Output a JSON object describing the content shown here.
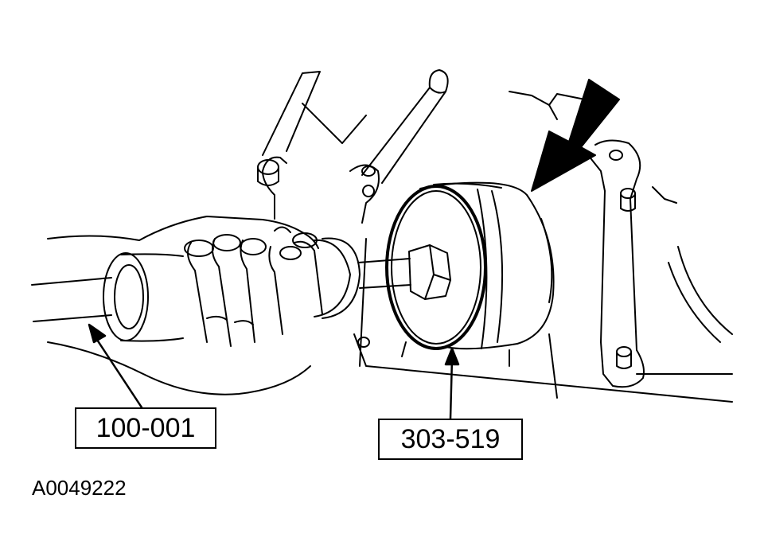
{
  "callouts": {
    "slide_hammer": "100-001",
    "seal_installer": "303-519"
  },
  "figure_id": "A0049222",
  "colors": {
    "ink": "#000000",
    "paper": "#ffffff"
  }
}
